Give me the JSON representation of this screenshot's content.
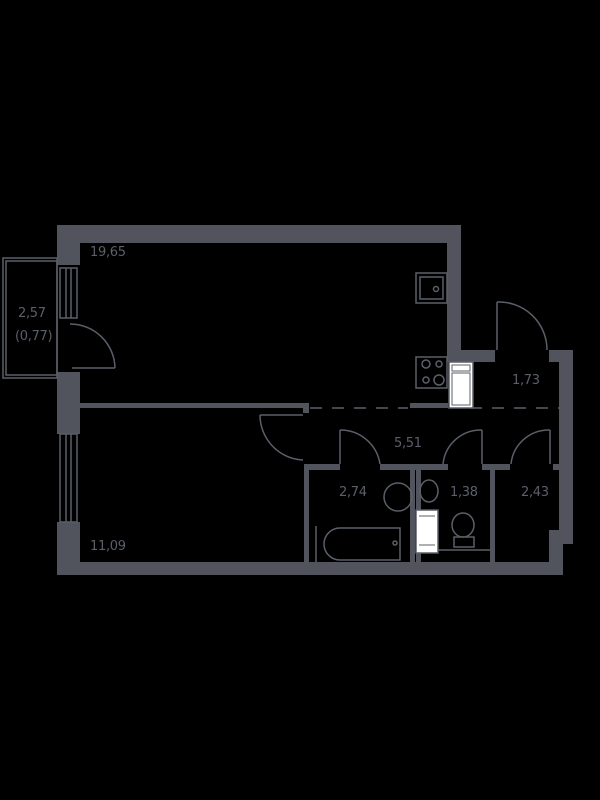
{
  "plan": {
    "background": "#000000",
    "wall_color": "#51545c",
    "line_color": "#5b5f68",
    "appliance_fill": "#ffffff",
    "rooms": [
      {
        "id": "living-kitchen",
        "area": "19,65"
      },
      {
        "id": "balcony",
        "area": "2,57",
        "sub": "(0,77)"
      },
      {
        "id": "bedroom",
        "area": "11,09"
      },
      {
        "id": "hallway",
        "area": "5,51"
      },
      {
        "id": "entry",
        "area": "1,73"
      },
      {
        "id": "bathroom",
        "area": "2,74"
      },
      {
        "id": "toilet",
        "area": "1,38"
      },
      {
        "id": "storage",
        "area": "2,43"
      }
    ]
  }
}
